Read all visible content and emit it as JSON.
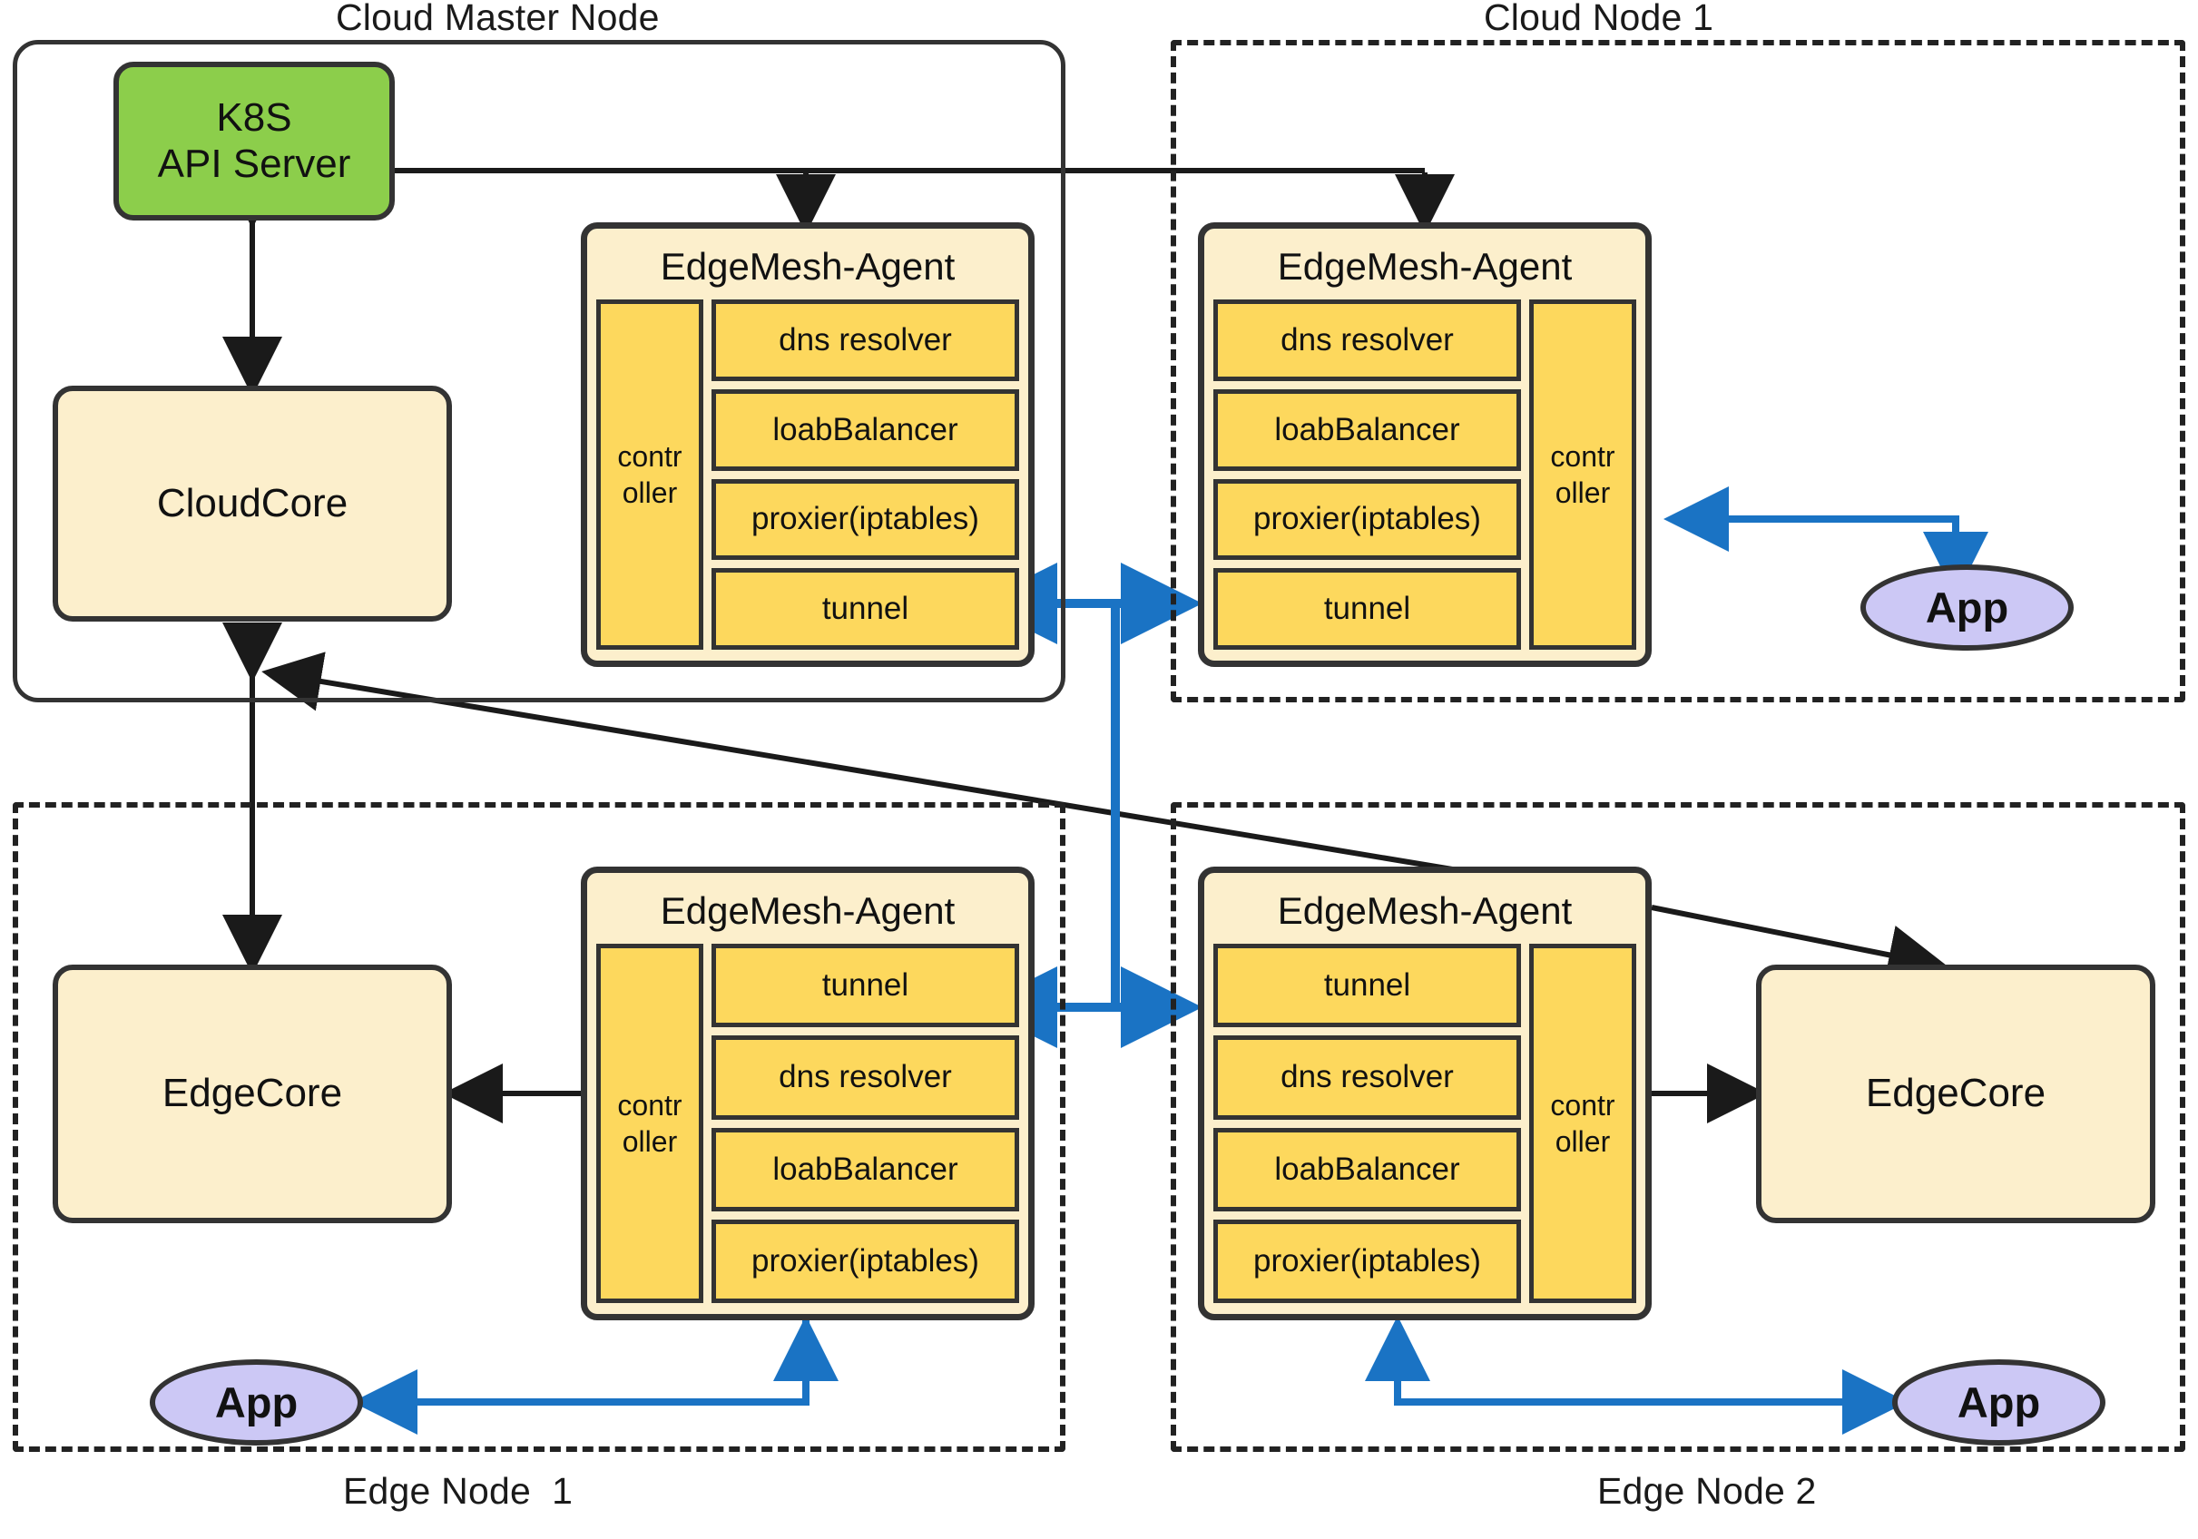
{
  "colors": {
    "k8s_green": "#8CCE4B",
    "cream": "#FCEFCC",
    "module_yellow": "#FDD85D",
    "app_purple": "#CCC8F5",
    "outline": "#333333",
    "tunnel_blue": "#1A73C4",
    "arrow_black": "#1a1a1a"
  },
  "groups": {
    "cloud_master": {
      "label": "Cloud Master Node"
    },
    "cloud_node_1": {
      "label": "Cloud Node 1"
    },
    "edge_node_1": {
      "label": "Edge Node  1"
    },
    "edge_node_2": {
      "label": "Edge Node 2"
    }
  },
  "boxes": {
    "k8s_api_server": {
      "line1": "K8S",
      "line2": "API Server"
    },
    "cloudcore": {
      "label": "CloudCore"
    },
    "edgecore_1": {
      "label": "EdgeCore"
    },
    "edgecore_2": {
      "label": "EdgeCore"
    }
  },
  "agents": {
    "master": {
      "title": "EdgeMesh-Agent",
      "controller": "contr\noller",
      "controller_side": "left",
      "modules": [
        "dns resolver",
        "loabBalancer",
        "proxier(iptables)",
        "tunnel"
      ]
    },
    "cloud1": {
      "title": "EdgeMesh-Agent",
      "controller": "contr\noller",
      "controller_side": "right",
      "modules": [
        "dns resolver",
        "loabBalancer",
        "proxier(iptables)",
        "tunnel"
      ]
    },
    "edge1": {
      "title": "EdgeMesh-Agent",
      "controller": "contr\noller",
      "controller_side": "left",
      "modules": [
        "tunnel",
        "dns resolver",
        "loabBalancer",
        "proxier(iptables)"
      ]
    },
    "edge2": {
      "title": "EdgeMesh-Agent",
      "controller": "contr\noller",
      "controller_side": "right",
      "modules": [
        "tunnel",
        "dns resolver",
        "loabBalancer",
        "proxier(iptables)"
      ]
    }
  },
  "apps": {
    "cloud1_app": {
      "label": "App"
    },
    "edge1_app": {
      "label": "App"
    },
    "edge2_app": {
      "label": "App"
    }
  }
}
